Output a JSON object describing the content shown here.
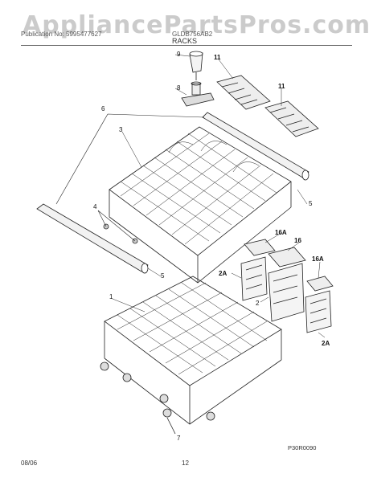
{
  "watermark": "AppliancePartsPros.com",
  "header": {
    "publication": "Publication No: 5995477627",
    "model": "GLDB756AB2",
    "section": "RACKS"
  },
  "callouts": {
    "c1": "1",
    "c2": "2",
    "c2a_left": "2A",
    "c2a_right": "2A",
    "c3": "3",
    "c4": "4",
    "c5_upper": "5",
    "c5_lower": "5",
    "c6": "6",
    "c7": "7",
    "c8": "8",
    "c9": "9",
    "c11_left": "11",
    "c11_right": "11",
    "c16": "16",
    "c16a_left": "16A",
    "c16a_right": "16A"
  },
  "diagram_code": "P30R0090",
  "footer": {
    "date": "08/06",
    "page": "12"
  }
}
